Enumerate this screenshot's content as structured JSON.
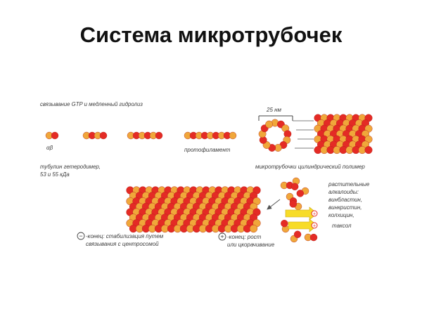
{
  "title": "Система микротрубочек",
  "labels": {
    "gtp": "связывание GTP и медленный гидролиз",
    "alpha_beta": "αβ",
    "heterodimer_line1": "тубулин гетеродимер,",
    "heterodimer_line2": "53 и 55 кДа",
    "protofilament": "протофиламент",
    "diameter": "25 нм",
    "polymer": "микротрубочки цилиндрический полимер",
    "alkaloids_line1": "растительные",
    "alkaloids_line2": "алкалоиды:",
    "alkaloids_line3": "винбластин,",
    "alkaloids_line4": "винкристин,",
    "alkaloids_line5": "колхицин,",
    "taxol": "таксол",
    "minus_sign": "−",
    "minus_end_line1": "-конец: стабилизация путем",
    "minus_end_line2": "связывания с центросомой",
    "plus_sign": "+",
    "plus_end_line1": "-конец: рост",
    "plus_end_line2": "или цкорачивание"
  },
  "colors": {
    "alpha_subunit": "#f0a73a",
    "beta_subunit": "#e42b25",
    "outline": "#b3201b",
    "drug_arrow": "#f7dc28",
    "text": "#3c3c3c"
  }
}
